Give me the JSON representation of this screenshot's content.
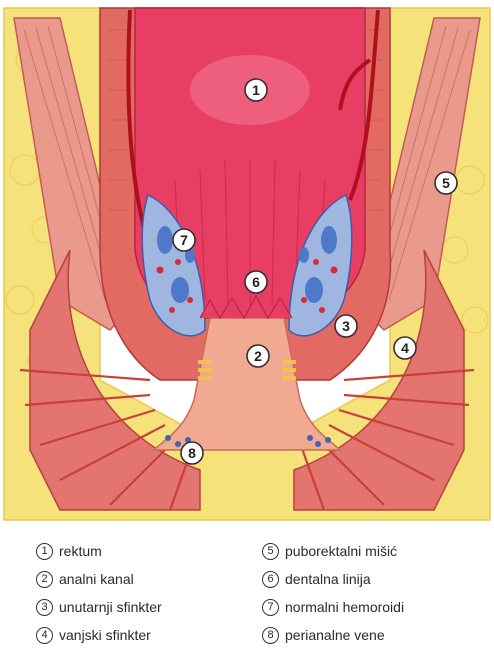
{
  "markers": [
    {
      "num": "1"
    },
    {
      "num": "2"
    },
    {
      "num": "3"
    },
    {
      "num": "4"
    },
    {
      "num": "5"
    },
    {
      "num": "6"
    },
    {
      "num": "7"
    },
    {
      "num": "8"
    }
  ],
  "legend": [
    {
      "num": "1",
      "label": "rektum"
    },
    {
      "num": "2",
      "label": "analni kanal"
    },
    {
      "num": "3",
      "label": "unutarnji sfinkter"
    },
    {
      "num": "4",
      "label": "vanjski sfinkter"
    },
    {
      "num": "5",
      "label": "puborektalni mišić"
    },
    {
      "num": "6",
      "label": "dentalna linija"
    },
    {
      "num": "7",
      "label": "normalni hemoroidi"
    },
    {
      "num": "8",
      "label": "perianalne vene"
    }
  ],
  "colors": {
    "fat": "#f6e27a",
    "muscle": "#e4746f",
    "rectum": "#e83e64",
    "canal": "#f2a991",
    "vein": "#4f78c8",
    "artery": "#d42a3a"
  }
}
